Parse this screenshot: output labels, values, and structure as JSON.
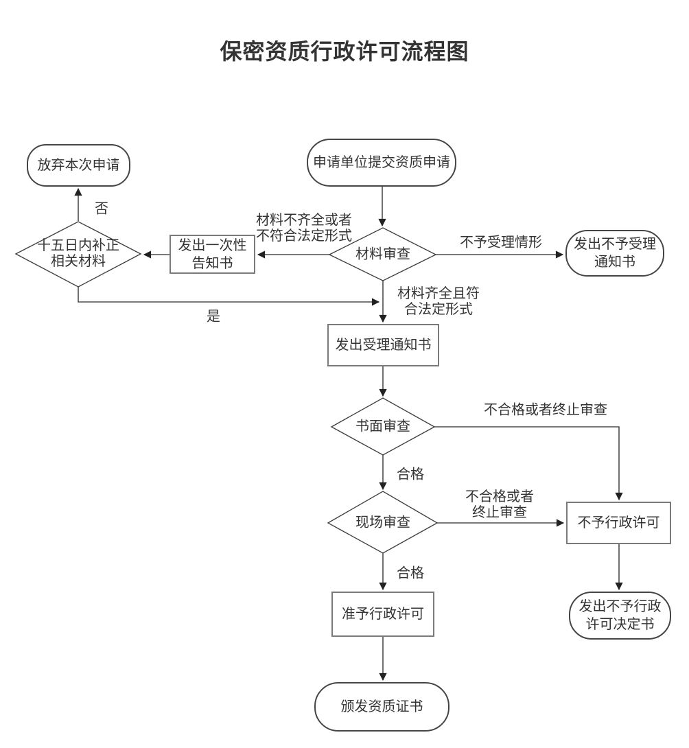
{
  "title": "保密资质行政许可流程图",
  "nodes": {
    "submit": {
      "label": "申请单位提交资质申请",
      "shape": "stadium"
    },
    "abandon": {
      "label": "放弃本次申请",
      "shape": "stadium"
    },
    "supplement": {
      "label": "十五日内补正\n相关材料",
      "shape": "diamond"
    },
    "one_time_notice": {
      "label": "发出一次性\n告知书",
      "shape": "rect"
    },
    "material_review": {
      "label": "材料审查",
      "shape": "diamond"
    },
    "reject_notice": {
      "label": "发出不予受理\n通知书",
      "shape": "stadium"
    },
    "accept_notice": {
      "label": "发出受理通知书",
      "shape": "rect"
    },
    "written_review": {
      "label": "书面审查",
      "shape": "diamond"
    },
    "onsite_review": {
      "label": "现场审查",
      "shape": "diamond"
    },
    "deny_permit": {
      "label": "不予行政许可",
      "shape": "rect"
    },
    "grant_permit": {
      "label": "准予行政许可",
      "shape": "rect"
    },
    "deny_decision": {
      "label": "发出不予行政\n许可决定书",
      "shape": "stadium"
    },
    "certificate": {
      "label": "颁发资质证书",
      "shape": "stadium"
    }
  },
  "edge_labels": {
    "no": "否",
    "yes": "是",
    "incomplete": "材料不齐全或者\n不符合法定形式",
    "not_accept": "不予受理情形",
    "complete": "材料齐全且符\n合法定形式",
    "written_fail": "不合格或者终止审查",
    "written_pass": "合格",
    "onsite_fail": "不合格或者\n终止审查",
    "onsite_pass": "合格"
  },
  "colors": {
    "background": "#ffffff",
    "line": "#4d4d4d",
    "arrow": "#222222",
    "rect_border": "#7a7a7a",
    "stadium_border": "#454545",
    "diamond_border": "#404040",
    "text": "#333333"
  }
}
